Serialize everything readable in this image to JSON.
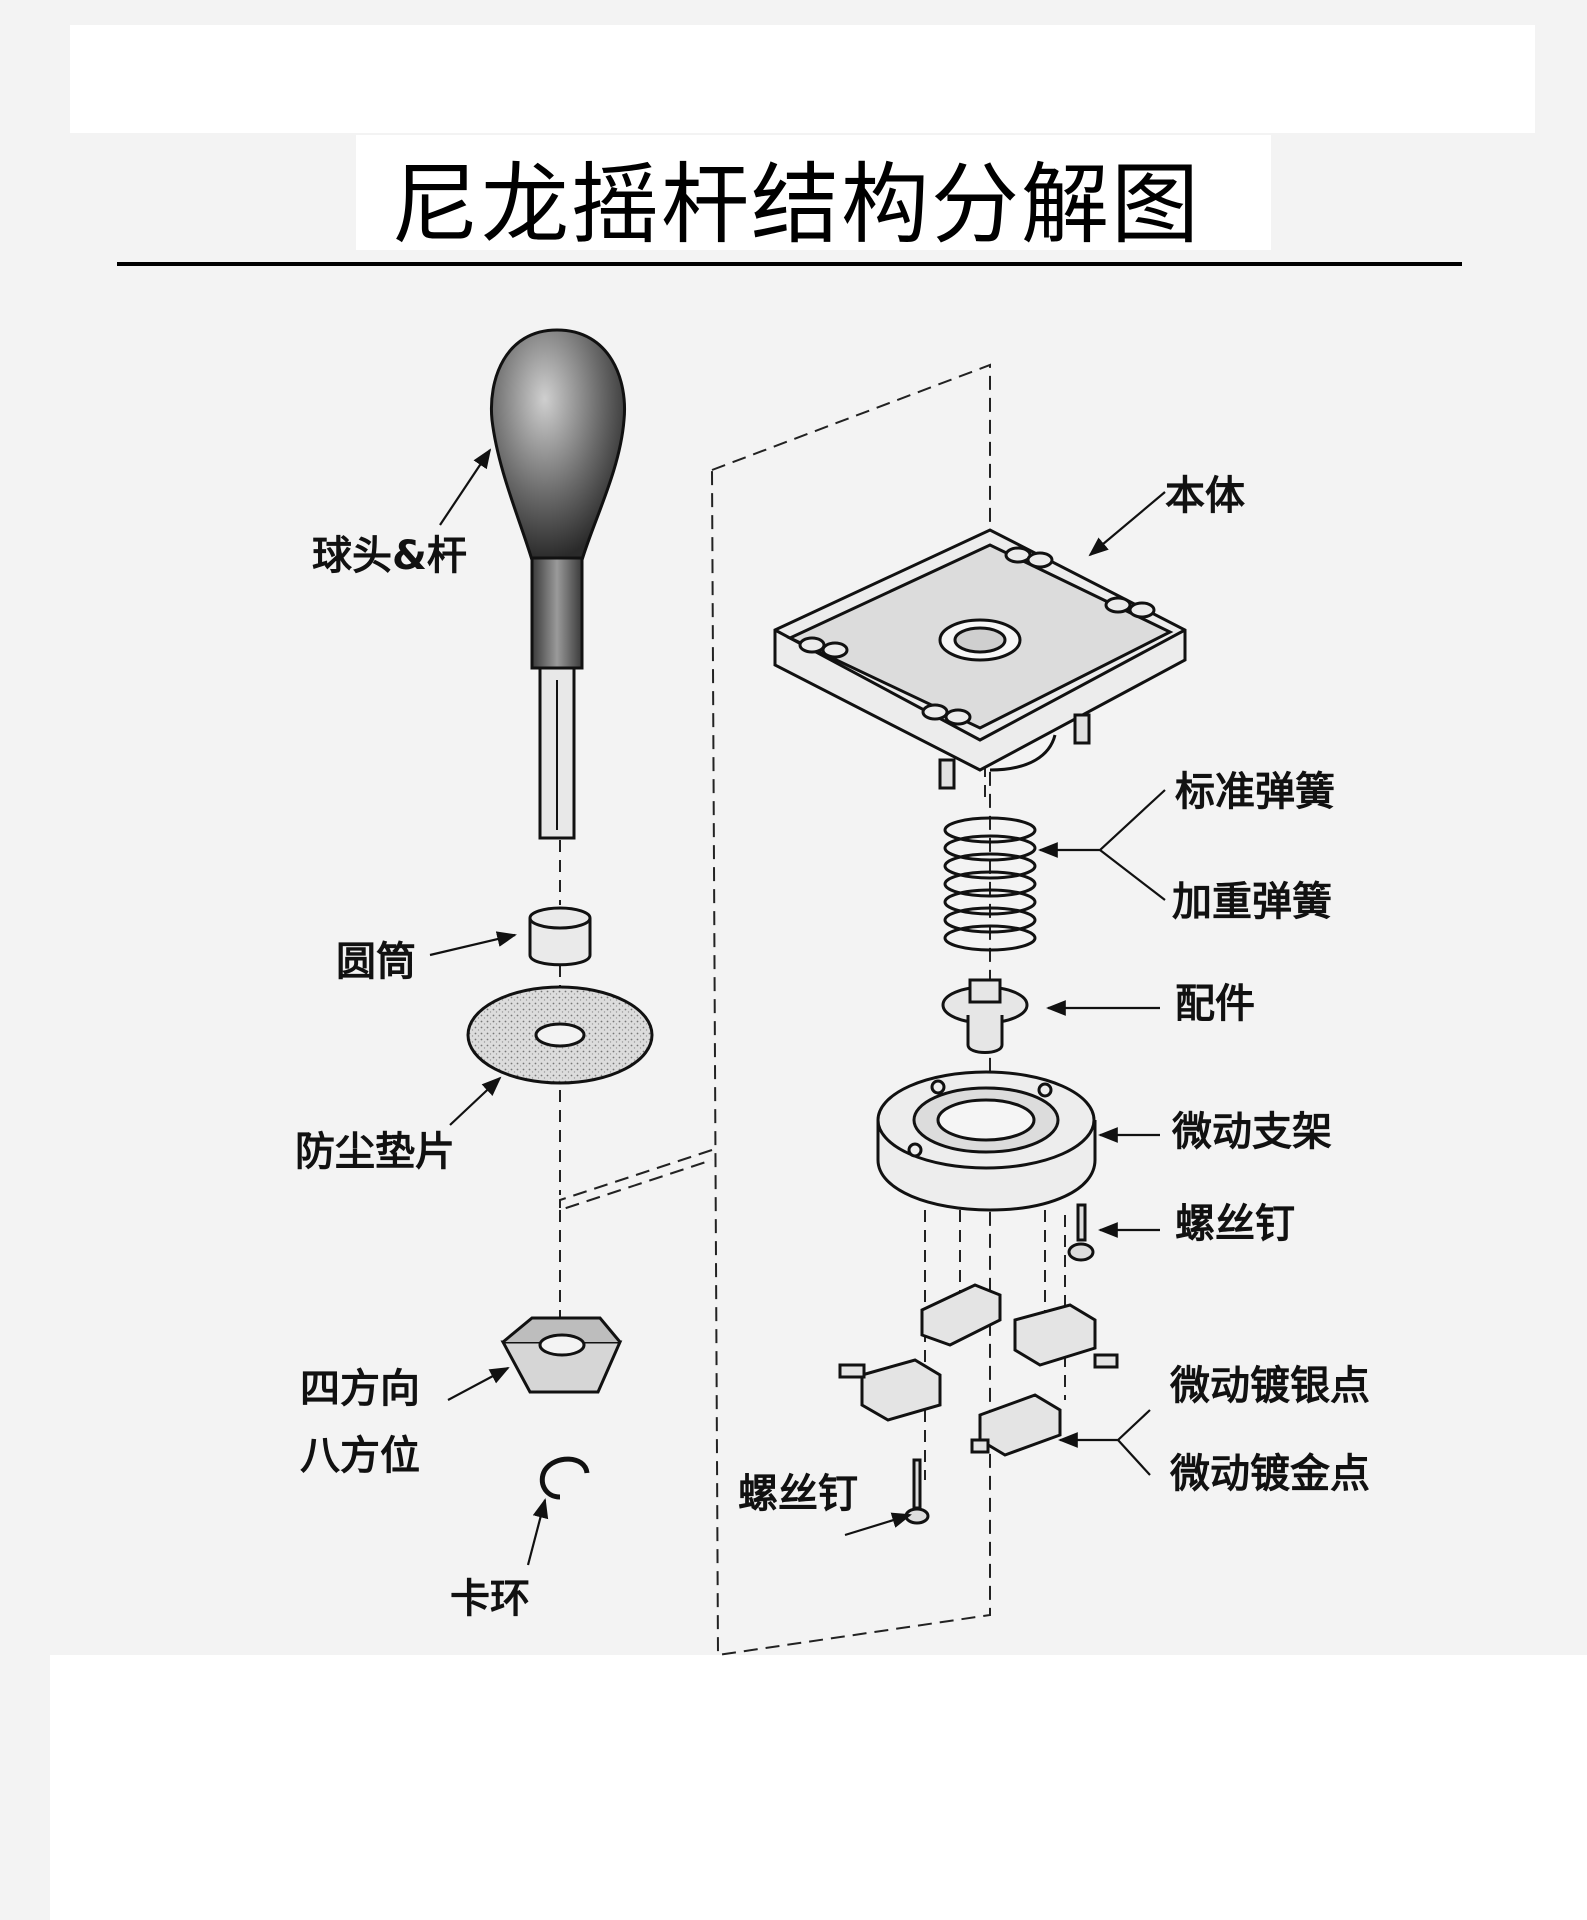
{
  "title": "尼龙摇杆结构分解图",
  "colors": {
    "background": "#f3f3f3",
    "ink": "#111111",
    "panel": "#ffffff"
  },
  "labels": {
    "ball_top_shaft": "球头&杆",
    "sleeve": "圆筒",
    "dust_washer": "防尘垫片",
    "restrictor_line1": "四方向",
    "restrictor_line2": "八方位",
    "e_clip": "卡环",
    "body": "本体",
    "standard_spring": "标准弹簧",
    "heavy_spring": "加重弹簧",
    "actuator": "配件",
    "switch_bracket": "微动支架",
    "screw_upper": "螺丝钉",
    "switch_silver": "微动镀银点",
    "switch_gold": "微动镀金点",
    "screw_lower": "螺丝钉"
  }
}
